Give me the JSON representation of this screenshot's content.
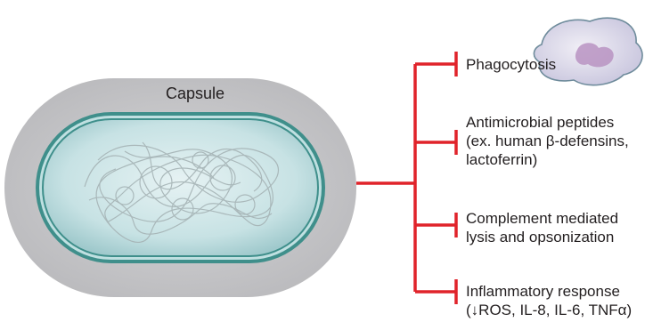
{
  "capsule_label": "Capsule",
  "colors": {
    "capsule": "#c9c9cb",
    "membrane": "#3f8f8b",
    "cytoplasm": "#c8e3e5",
    "inhibition_line": "#e0232a",
    "text": "#231f20"
  },
  "icons": {
    "bacterium": "bacterium-capsule-icon",
    "phagocyte": "macrophage-cell-icon",
    "connector": "inhibition-bracket-icon"
  },
  "targets": [
    {
      "lines": [
        "Phagocytosis"
      ]
    },
    {
      "lines": [
        "Antimicrobial peptides",
        "(ex. human β-defensins,",
        "lactoferrin)"
      ]
    },
    {
      "lines": [
        "Complement mediated",
        "lysis and opsonization"
      ]
    },
    {
      "lines": [
        "Inflammatory response",
        "(↓ROS, IL-8, IL-6, TNFα)"
      ]
    }
  ]
}
